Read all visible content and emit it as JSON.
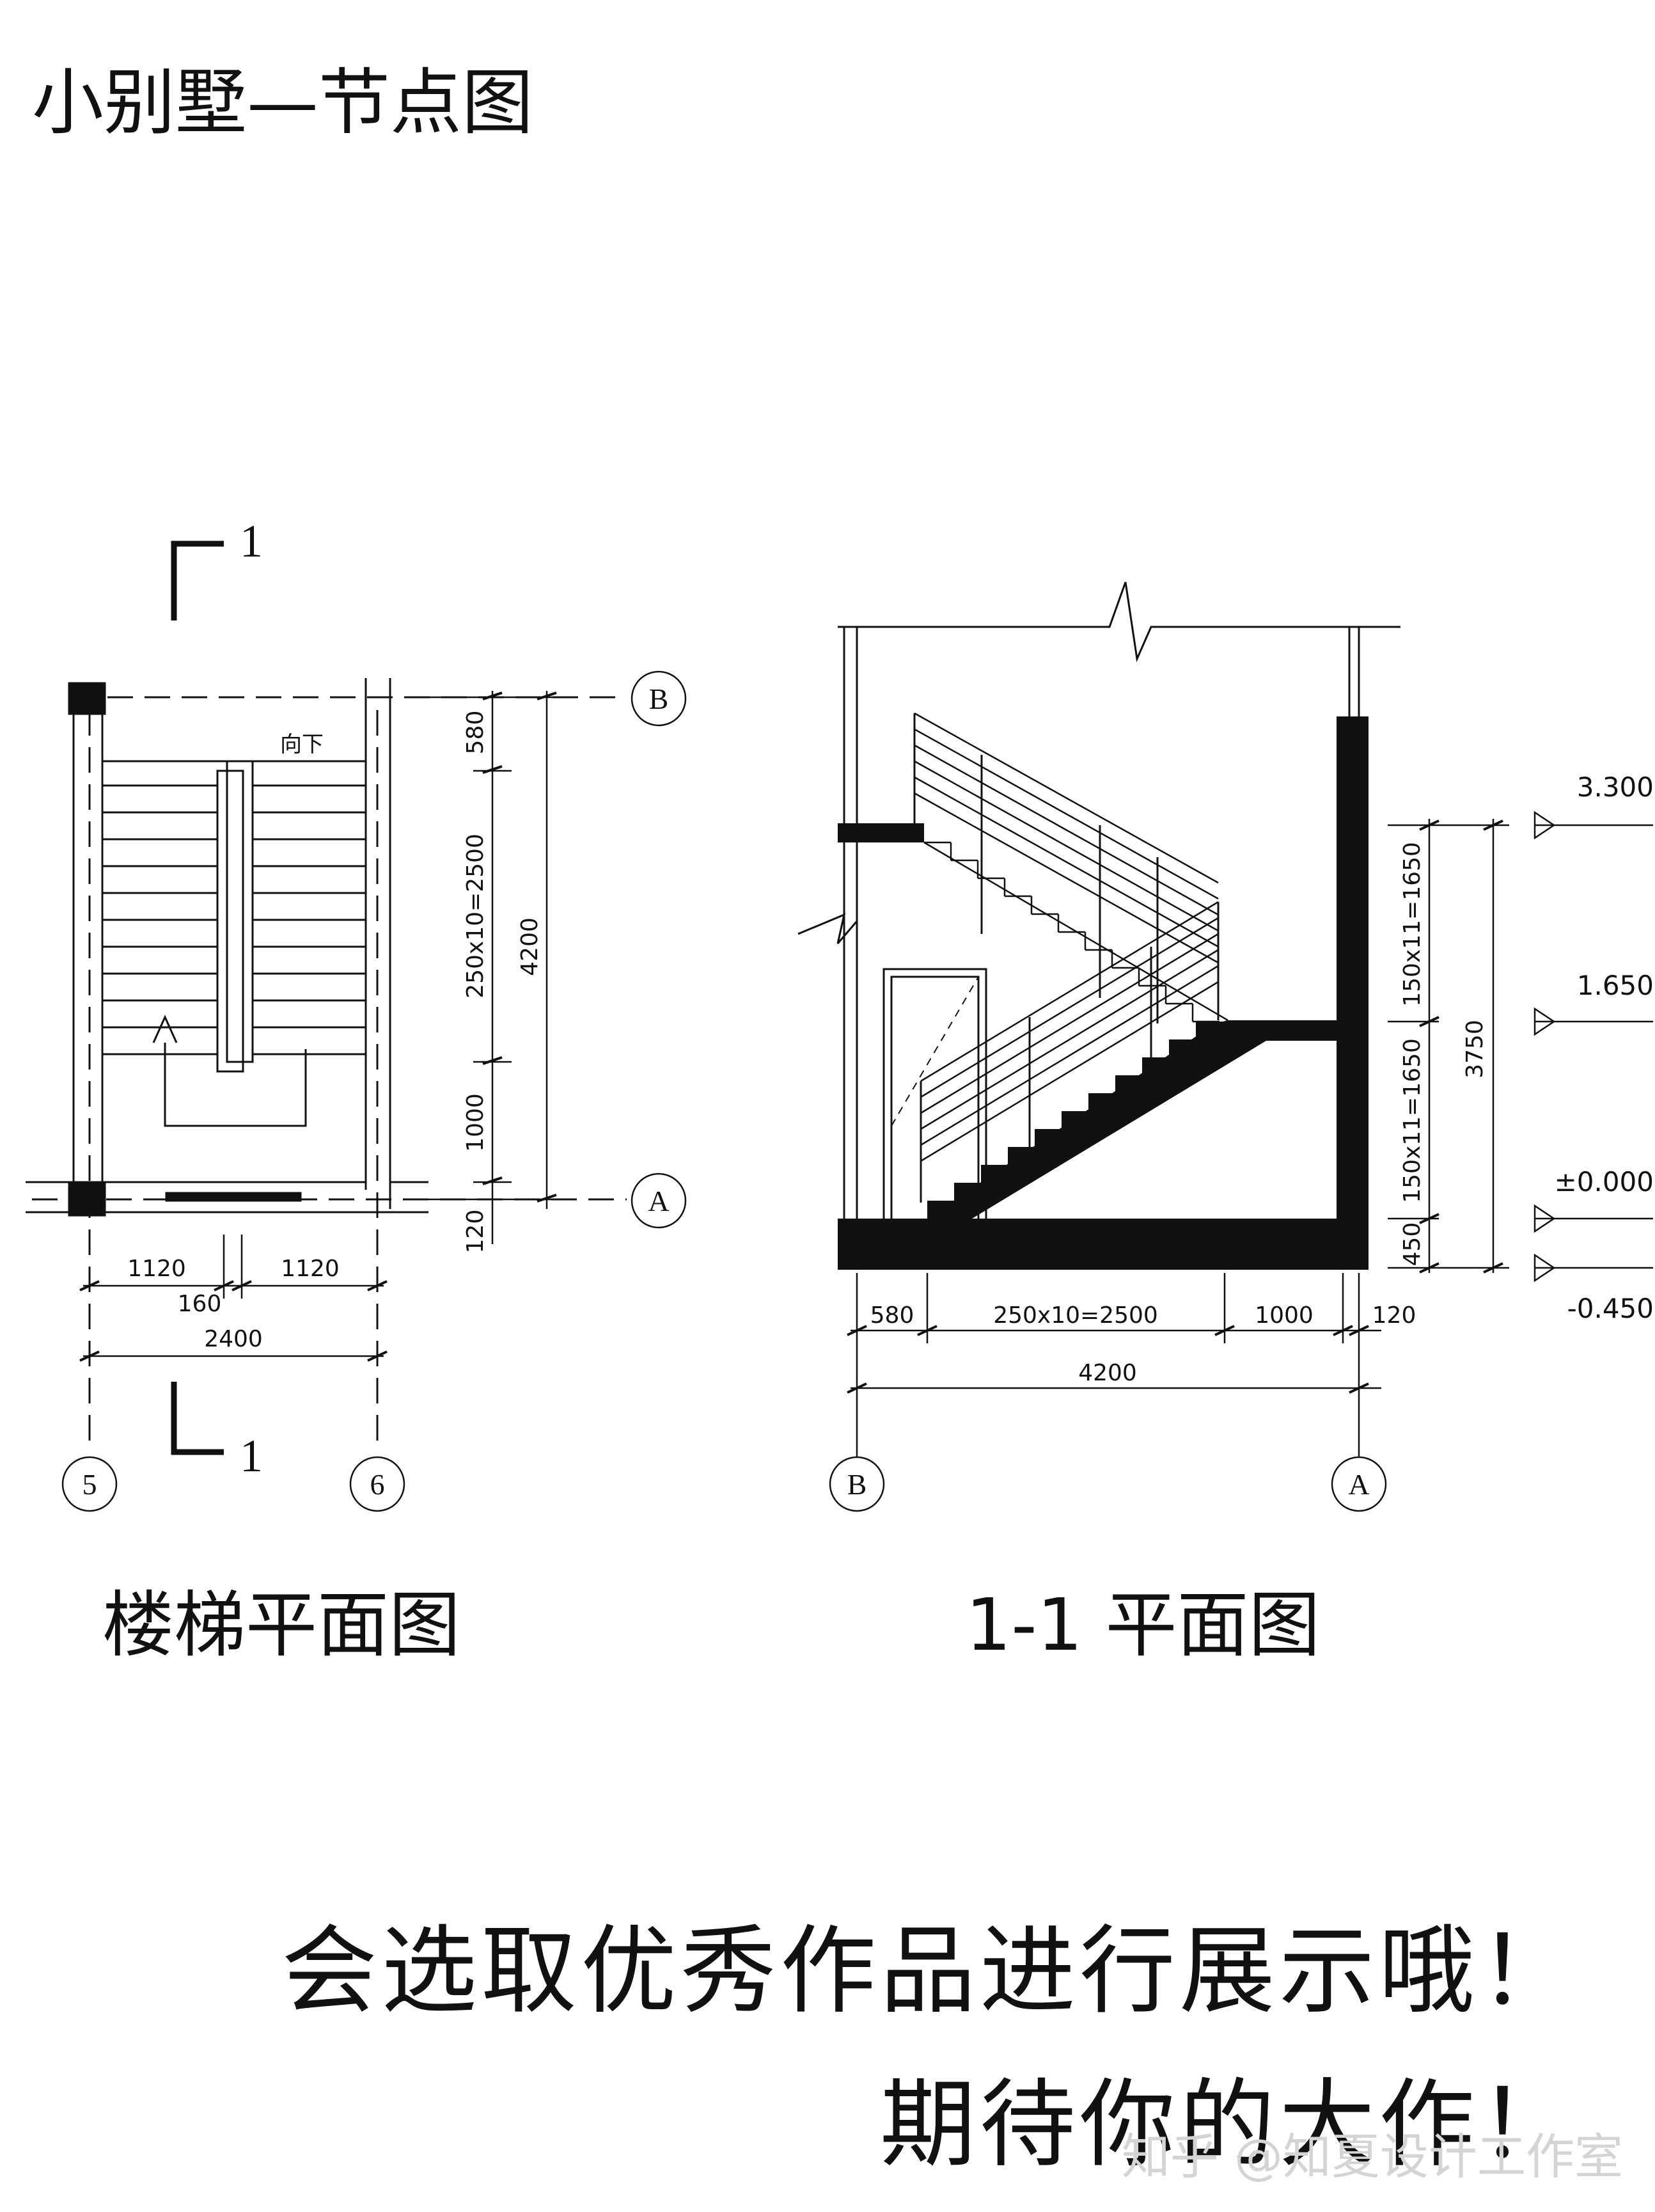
{
  "page": {
    "title": "小别墅—节点图"
  },
  "plan": {
    "caption": "楼梯平面图",
    "direction_label": "向下",
    "section_mark": "1",
    "axes": {
      "top": "B",
      "bottom": "A",
      "left": "5",
      "right": "6"
    },
    "dims_vertical": {
      "top": "580",
      "run": "250x10=2500",
      "landing": "1000",
      "overall": "4200",
      "bottom": "120"
    },
    "dims_horizontal": {
      "left": "1120",
      "right": "1120",
      "gap": "160",
      "overall": "2400"
    }
  },
  "section": {
    "caption": "1-1 平面图",
    "axes": {
      "left": "B",
      "right": "A"
    },
    "dims_vertical": {
      "upper_flight": "150x11=1650",
      "lower_flight": "150x11=1650",
      "base": "450",
      "overall": "3750"
    },
    "elevations": {
      "e1": "3.300",
      "e2": "1.650",
      "e3": "±0.000",
      "e4": "-0.450"
    },
    "dims_horizontal": {
      "a": "580",
      "b": "250x10=2500",
      "c": "1000",
      "d": "120",
      "overall": "4200"
    }
  },
  "promo": {
    "line1": "会选取优秀作品进行展示哦！",
    "line2": "期待你的大作！"
  },
  "watermark": "知乎 @知夏设计工作室"
}
